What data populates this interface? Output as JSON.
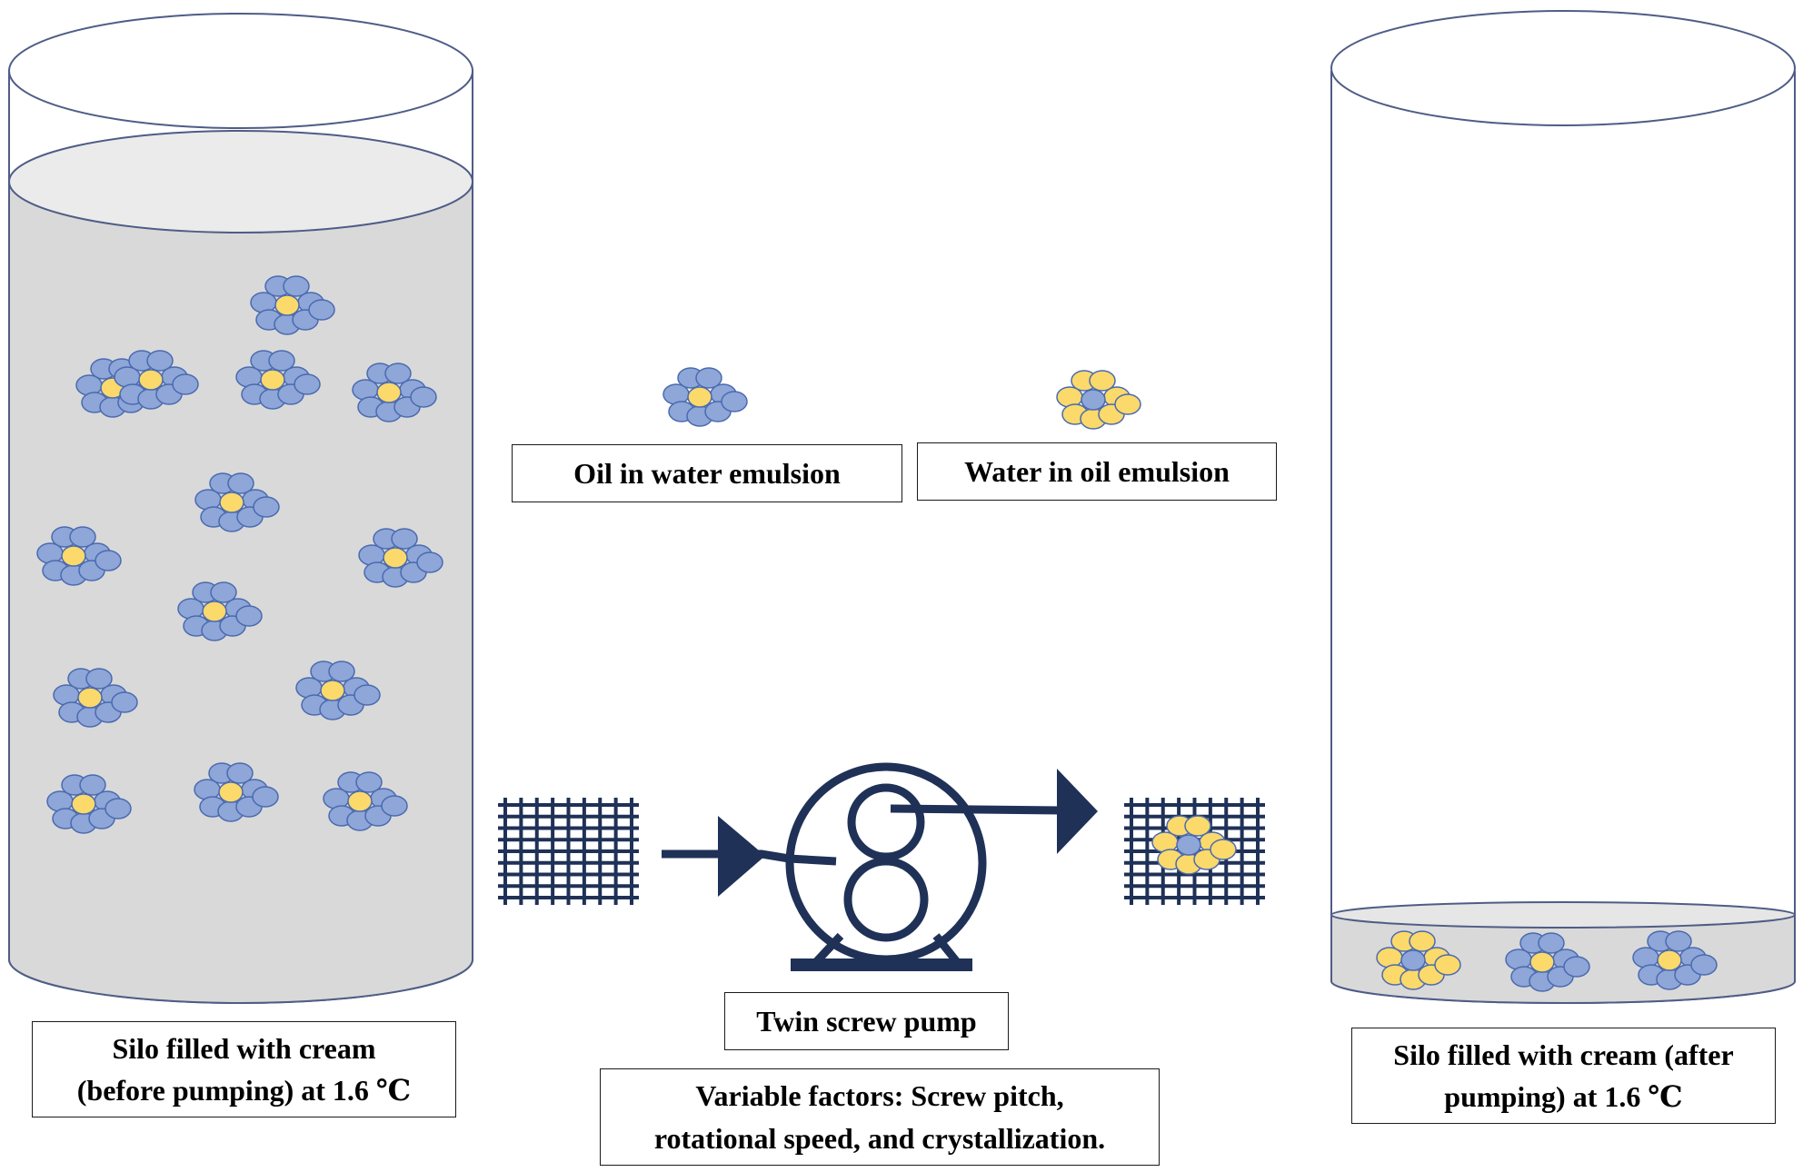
{
  "labels": {
    "oil_in_water": "Oil in water emulsion",
    "water_in_oil": "Water in oil emulsion",
    "silo_before": [
      "Silo filled with cream",
      "(before pumping) at 1.6 ℃"
    ],
    "silo_after": [
      "Silo filled with cream (after",
      "pumping) at 1.6 ℃"
    ],
    "pump": "Twin screw pump",
    "variable_factors": [
      "Variable factors: Screw pitch,",
      "rotational speed, and crystallization."
    ]
  },
  "colors": {
    "droplet_blue": "#8ea6d8",
    "droplet_yellow": "#fbd96a",
    "droplet_outline": "#4a6aaf",
    "cream_fill": "#d9d9d9",
    "navy": "#1f3157",
    "silo_outline": "#4f5c86"
  },
  "legend": [
    {
      "name": "oil-in-water-droplet-icon",
      "type": "o/w"
    },
    {
      "name": "water-in-oil-droplet-icon",
      "type": "w/o"
    }
  ],
  "silo_before_droplets": {
    "type": "o/w",
    "count": 14
  },
  "silo_after_droplets": [
    "w/o",
    "o/w",
    "o/w"
  ]
}
